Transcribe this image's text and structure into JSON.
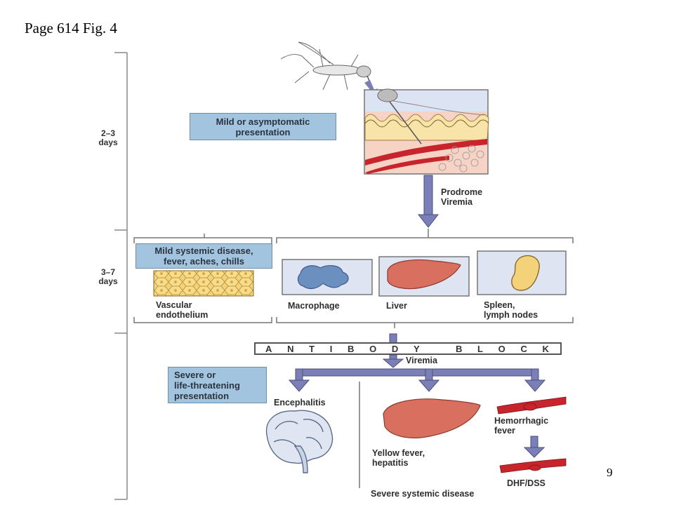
{
  "slide": {
    "title": "Page 614 Fig. 4",
    "page_number": "9"
  },
  "timeline": {
    "stage1_days": [
      "2–3",
      "days"
    ],
    "stage2_days": [
      "3–7",
      "days"
    ]
  },
  "boxes": {
    "mild": [
      "Mild or asymptomatic",
      "presentation"
    ],
    "systemic": [
      "Mild systemic disease,",
      "fever, aches, chills"
    ],
    "severe": [
      "Severe or",
      "life-threatening",
      "presentation"
    ]
  },
  "labels": {
    "prodrome": [
      "Prodrome",
      "Viremia"
    ],
    "vascular": [
      "Vascular",
      "endothelium"
    ],
    "macrophage": "Macrophage",
    "liver": "Liver",
    "spleen": [
      "Spleen,",
      "lymph nodes"
    ],
    "antibody_letters": [
      "A",
      "N",
      "T",
      "I",
      "B",
      "O",
      "D",
      "Y",
      "B",
      "L",
      "O",
      "C",
      "K"
    ],
    "viremia": "Viremia",
    "encephalitis": "Encephalitis",
    "hemorrhagic": [
      "Hemorrhagic",
      "fever"
    ],
    "yellow_fever": [
      "Yellow fever,",
      "hepatitis"
    ],
    "dhf": "DHF/DSS",
    "severe_systemic": "Severe systemic disease"
  },
  "colors": {
    "box_blue": "#a3c4df",
    "arrow_purple": "#7b7fb8",
    "organ_red": "#d9705f",
    "macrophage_blue": "#6b8fbf",
    "spleen_yellow": "#f4d27a",
    "vessel_red": "#c8242c"
  }
}
